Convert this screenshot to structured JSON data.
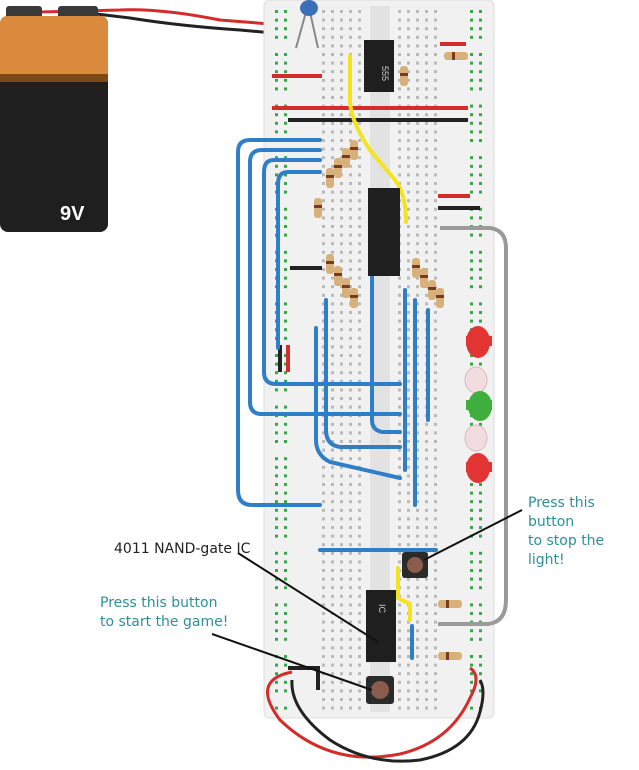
{
  "battery": {
    "label": "9V"
  },
  "annotations": {
    "stop_button": [
      "Press this button",
      "to stop the light!"
    ],
    "start_button": [
      "Press this button",
      "to start the game!"
    ],
    "ic_label": "4011 NAND-gate IC"
  },
  "ic_chips": [
    {
      "marking": "555"
    },
    {
      "marking": ""
    },
    {
      "marking": "IC"
    }
  ],
  "colors": {
    "battery_top": "#d98a3c",
    "battery_body": "#1f1f1f",
    "breadboard": "#f1f1f1",
    "rail_red": "#d42b2b",
    "rail_black": "#222222",
    "wire_blue": "#2f7fc8",
    "wire_yellow": "#f3e41f",
    "wire_gray": "#9a9a9a",
    "hole_green": "#35a848",
    "led_red": "#e33434",
    "led_green": "#3fae3c",
    "led_white": "#f1dde0",
    "annotation_teal": "#2e8f98"
  }
}
